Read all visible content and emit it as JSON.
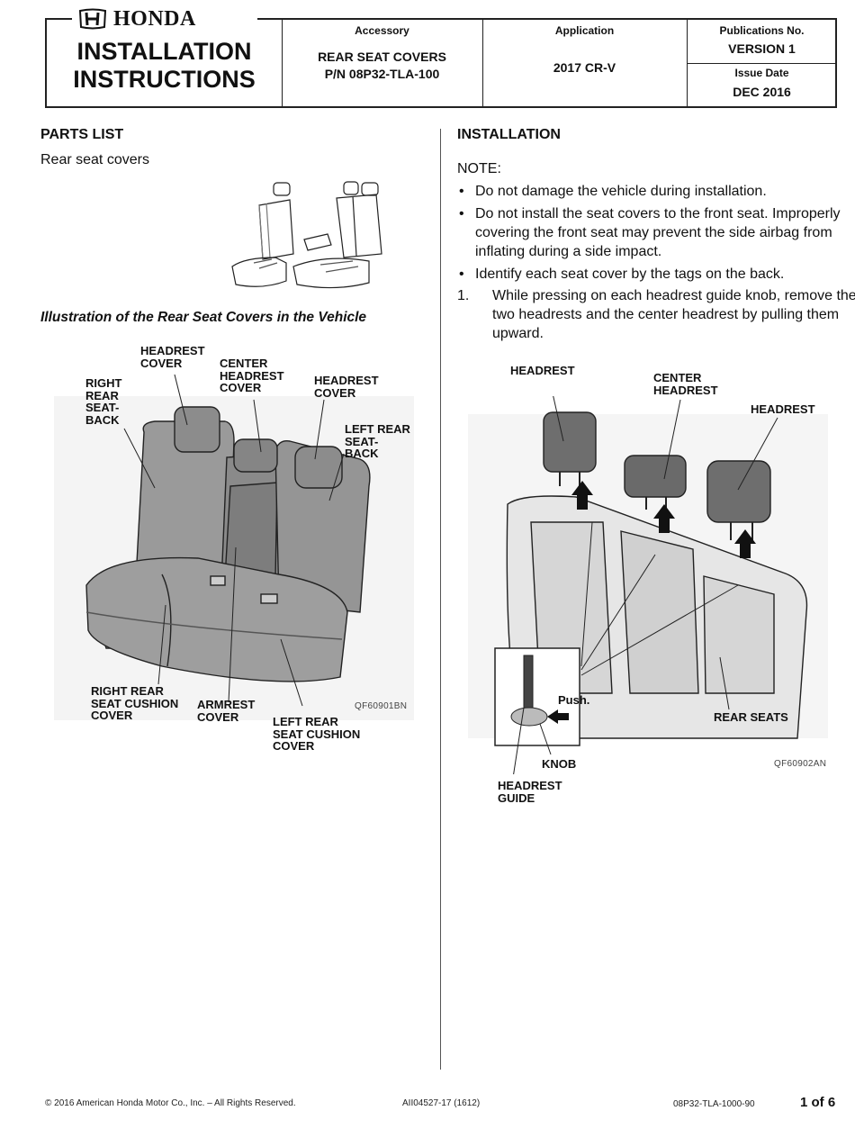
{
  "header": {
    "brand": "HONDA",
    "title_line1": "INSTALLATION",
    "title_line2": "INSTRUCTIONS",
    "accessory_label": "Accessory",
    "accessory_line1": "REAR SEAT COVERS",
    "accessory_line2": "P/N 08P32-TLA-100",
    "application_label": "Application",
    "application_value": "2017 CR-V",
    "pub_label": "Publications No.",
    "pub_value": "VERSION 1",
    "issue_label": "Issue Date",
    "issue_value": "DEC 2016"
  },
  "parts": {
    "heading": "PARTS LIST",
    "item": "Rear seat covers"
  },
  "figure1": {
    "caption": "Illustration of the Rear Seat Covers in the Vehicle",
    "code": "QF60901BN",
    "labels": {
      "headrest_cover_right": "HEADREST\nCOVER",
      "center_headrest_cover": "CENTER\nHEADREST\nCOVER",
      "headrest_cover_left": "HEADREST\nCOVER",
      "right_rear_seatback": "RIGHT\nREAR\nSEAT-\nBACK",
      "left_rear_seatback": "LEFT REAR\nSEAT-\nBACK",
      "right_rear_cushion": "RIGHT REAR\nSEAT CUSHION\nCOVER",
      "armrest_cover": "ARMREST\nCOVER",
      "left_rear_cushion": "LEFT REAR\nSEAT CUSHION\nCOVER"
    }
  },
  "installation": {
    "heading": "INSTALLATION",
    "note_label": "NOTE:",
    "notes": [
      "Do not damage the vehicle during installation.",
      "Do not install the seat covers to the front seat. Improperly covering the front seat may prevent the side airbag from inflating during a side impact.",
      "Identify each seat cover by the tags on the back."
    ],
    "step1_num": "1.",
    "step1_text": "While pressing on each headrest guide knob, remove the two headrests and the center headrest by pulling them upward."
  },
  "figure2": {
    "code": "QF60902AN",
    "labels": {
      "headrest_left": "HEADREST",
      "center_headrest": "CENTER\nHEADREST",
      "headrest_right": "HEADREST",
      "push": "Push.",
      "rear_seats": "REAR SEATS",
      "knob": "KNOB",
      "headrest_guide": "HEADREST\nGUIDE"
    }
  },
  "footer": {
    "copyright": "© 2016 American Honda Motor Co., Inc. – All Rights Reserved.",
    "doc_code": "AII04527-17 (1612)",
    "part_code": "08P32-TLA-1000-90",
    "page": "1 of 6"
  }
}
